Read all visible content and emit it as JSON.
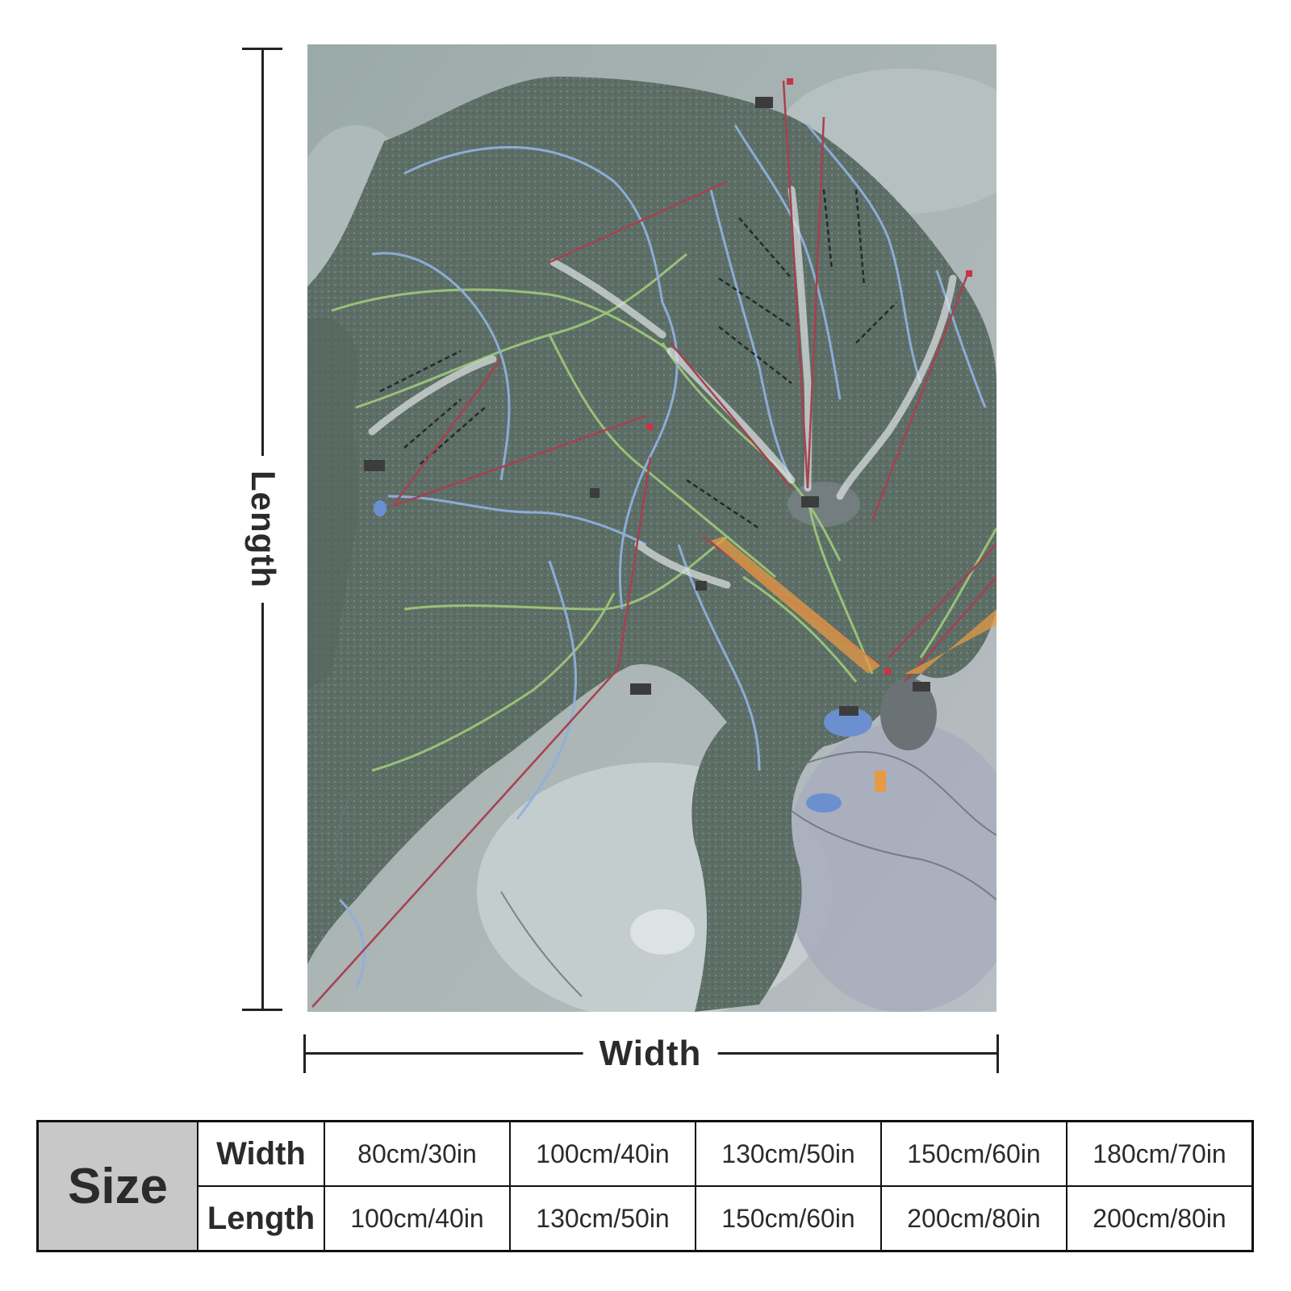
{
  "product_image": {
    "alt": "ski resort trail map printed blanket"
  },
  "dimensions": {
    "length_label": "Length",
    "width_label": "Width"
  },
  "size_table": {
    "header": "Size",
    "row_labels": [
      "Width",
      "Length"
    ],
    "widths": [
      "80cm/30in",
      "100cm/40in",
      "130cm/50in",
      "150cm/60in",
      "180cm/70in"
    ],
    "lengths": [
      "100cm/40in",
      "130cm/50in",
      "150cm/60in",
      "200cm/80in",
      "200cm/80in"
    ]
  },
  "colors": {
    "forest": "#5f6f66",
    "snow_slope": "#c9d0cf",
    "green_trail": "#9fca7a",
    "blue_trail": "#8fb0dc",
    "lift_line": "#a8404e",
    "orange_area": "#e79a44",
    "table_header_bg": "#c8c8c8"
  }
}
